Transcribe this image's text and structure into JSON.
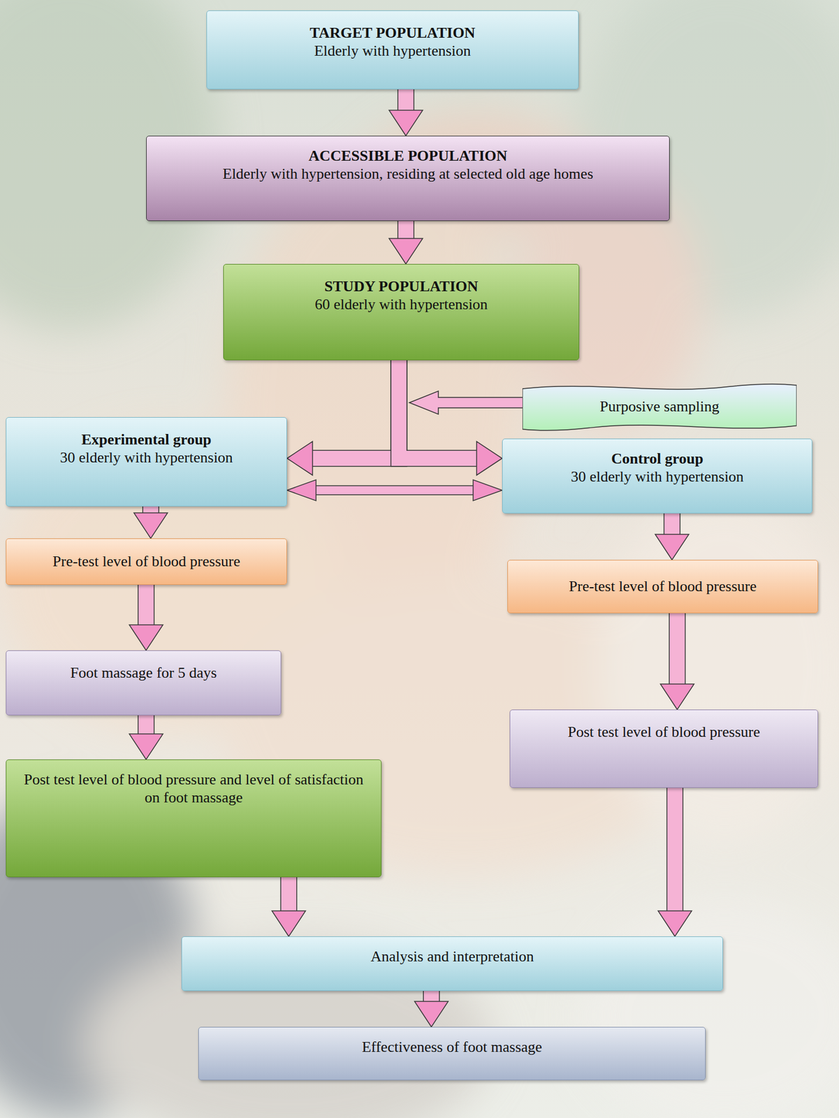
{
  "diagram": {
    "nodes": [
      {
        "text": [
          "TARGET POPULATION",
          "Elderly with hypertension"
        ]
      },
      {
        "text": [
          "ACCESSIBLE POPULATION",
          "Elderly with hypertension, residing at selected old age homes"
        ]
      },
      {
        "text": [
          "STUDY POPULATION",
          "60 elderly with hypertension"
        ]
      },
      {
        "text": [
          "Purposive sampling"
        ]
      },
      {
        "text": [
          "Experimental group",
          "30 elderly with hypertension"
        ]
      },
      {
        "text": [
          "Control group",
          "30 elderly with hypertension"
        ]
      },
      {
        "text": [
          "Pre-test level of blood pressure"
        ]
      },
      {
        "text": [
          "Pre-test level of blood pressure"
        ]
      },
      {
        "text": [
          "Foot massage for 5 days"
        ]
      },
      {
        "text": [
          "Post test level of blood pressure"
        ]
      },
      {
        "text": [
          "Post test level of blood pressure and level of satisfaction on foot massage"
        ]
      },
      {
        "text": [
          "Analysis and interpretation"
        ]
      },
      {
        "text": [
          "Effectiveness of foot massage"
        ]
      }
    ],
    "edges": [
      {
        "from": 0,
        "to": 1,
        "arrow": "to"
      },
      {
        "from": 1,
        "to": 2,
        "arrow": "to"
      },
      {
        "from": 2,
        "to": 4,
        "arrow": "to"
      },
      {
        "from": 2,
        "to": 5,
        "arrow": "to"
      },
      {
        "from": 4,
        "to": 5,
        "arrow": "both"
      },
      {
        "from": 4,
        "to": 6,
        "arrow": "to"
      },
      {
        "from": 6,
        "to": 8,
        "arrow": "to"
      },
      {
        "from": 8,
        "to": 10,
        "arrow": "to"
      },
      {
        "from": 5,
        "to": 7,
        "arrow": "to"
      },
      {
        "from": 7,
        "to": 9,
        "arrow": "to"
      },
      {
        "from": 10,
        "to": 11,
        "arrow": "to"
      },
      {
        "from": 9,
        "to": 11,
        "arrow": "to"
      },
      {
        "from": 11,
        "to": 12,
        "arrow": "to"
      }
    ]
  }
}
